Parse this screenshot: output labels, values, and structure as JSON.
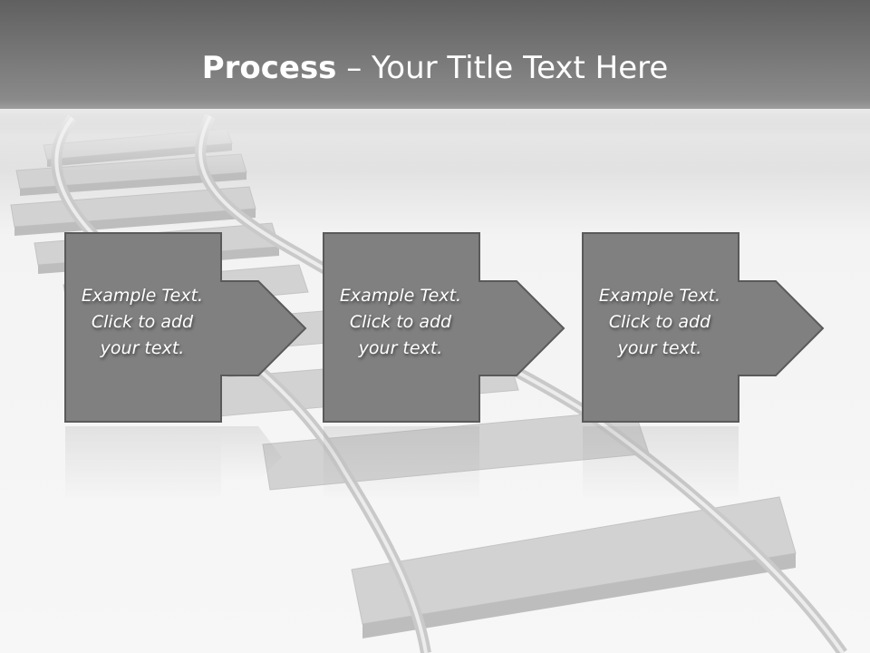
{
  "title": {
    "bold": "Process",
    "rest": " – Your Title Text Here"
  },
  "steps": [
    {
      "lines": [
        "Example Text.",
        "Click  to add",
        "your text."
      ]
    },
    {
      "lines": [
        "Example Text.",
        "Click  to add",
        "your text."
      ]
    },
    {
      "lines": [
        "Example Text.",
        "Click  to add",
        "your text."
      ]
    }
  ],
  "colors": {
    "box_fill": "#808080",
    "box_border": "#5a5a5a",
    "title_text": "#ffffff",
    "header": "#6a6a6a"
  }
}
